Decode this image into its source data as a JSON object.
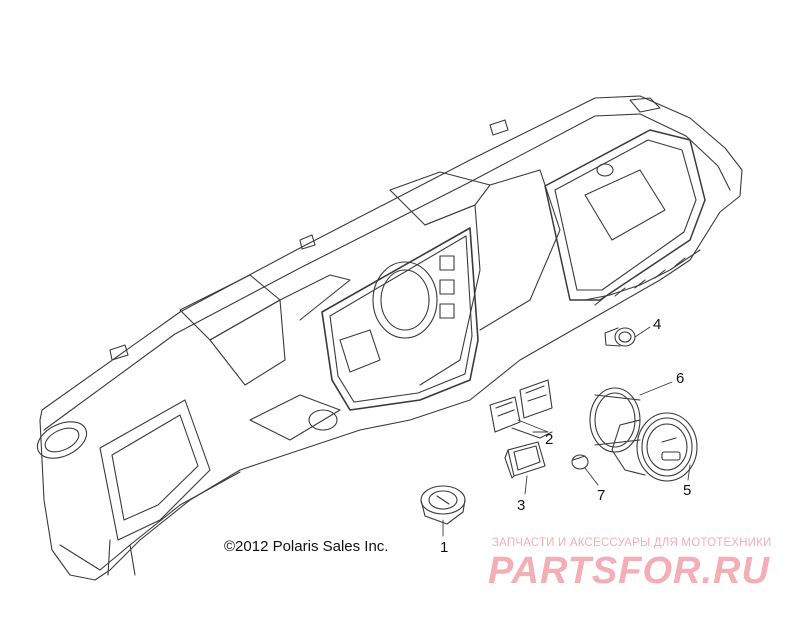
{
  "diagram": {
    "copyright": "©2012 Polaris Sales Inc.",
    "callouts": [
      "1",
      "2",
      "3",
      "4",
      "5",
      "6",
      "7"
    ]
  },
  "watermark": {
    "tagline": "ЗАПЧАСТИ И АКСЕССУАРЫ ДЛЯ МОТОТЕХНИКИ",
    "logo": "PARTSFOR.RU",
    "color": "#f4aeb6"
  },
  "colors": {
    "line": "#3a3a3a",
    "background": "#ffffff"
  }
}
